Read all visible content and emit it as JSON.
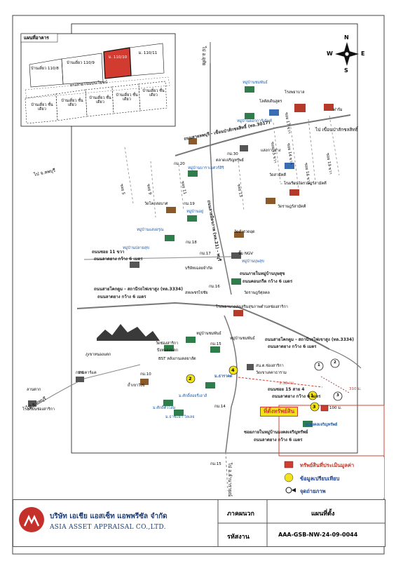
{
  "inset": {
    "title": "แผนที่อาคาร",
    "plots_top": [
      "บ้านเดี่ยว 110/8",
      "บ้านเดี่ยว 110/9",
      "ม. 110/10",
      "ม. 110/11"
    ],
    "lot_lines": [
      "บ้านเดี่ยว",
      "ชั้นเดียว",
      "110/8",
      "ม.",
      "110/9",
      "110/10",
      "110/11"
    ],
    "easement": "ทางสาธารณประโยชน์",
    "plots_bottom": [
      "บ้านเดี่ยว ชั้นเดียว",
      "บ้านเดี่ยว ชั้นเดียว",
      "บ้านเดี่ยว ชั้นเดียว",
      "บ้านเดี่ยว ชั้นเดียว",
      "บ้านเดี่ยว ชั้นเดียว"
    ]
  },
  "compass": {
    "n": "N",
    "s": "S",
    "e": "E",
    "w": "W"
  },
  "labels": {
    "to_uthai": "ไป อ.อุทัย",
    "to_lopburi_top": "ไป จ.ลพบุรี",
    "to_lopburi_left": "ไป จ.ลพบุรี",
    "to_to_dam": "ไป เขื่อนป่าสักชลสิทธิ์",
    "main_road": "ถนนสายลพบุรี - เขื่อนป่าสักชลสิทธิ์ (ทล.3017)",
    "road_kp": "ถนนสายมิตรภาพ (ทล.21) - พบุรี",
    "village_1": "หมู่บ้านชมพันธ์",
    "village_2": "หมู่บ้านดอกการ์เด้นท์",
    "village_3": "หมู่บ้านบาราเมศวร์สิริ",
    "village_4": "หมู่บ้านอยู่",
    "village_5": "หมู่บ้านแสงอรุณ",
    "village_6": "หมู่บ้านปลายสุข",
    "village_7": "หมู่บ้านบุษสุข",
    "village_8": "หมู่บ้านชมพันธ์",
    "lotus": "โลตัสเดินสูตร",
    "hospital": "โรงพยาบาล",
    "farm": "ฟาร์ม",
    "market": "ตลาดเจริญทรัพย์",
    "temple_1": "วัดโคกสอบาศ",
    "temple_2": "วัดสามัคคี",
    "temple_3": "วัดสำรวดอุด",
    "temple_4": "วัดราษฎร์สามัคคี",
    "temple_5": "วัดราษฎร์ศุลคล",
    "temple_6": "วัดช่องสาริกา",
    "school_1": "โรงเรียนวัดราษฎร์สามัคคี",
    "school_2": "โรงพยาบาลส่งเสริมสุขภาพตำบลช่องสาริกา",
    "shop": "แสงการช่าง",
    "ngv": "ปั๊ม NGV",
    "company": "บริษัทเฉลยจำกัด",
    "soi_11": "ถนนซอย 11 ขวา",
    "soi_11_sub": "ถนนลาดยาง กว้าง 6 เมตร",
    "village_road": "ถนนภายในหมู่บ้านบุษสุข",
    "village_road_sub": "ถนนคอนกรีต กว้าง 6 เมตร",
    "road_3334_left": "ถนนสายโคกตูม - สถานีรถไฟเขาสูง (ทล.3334)",
    "road_3334_left_sub": "ถนนลาดยาง กว้าง 6 เมตร",
    "road_3334_right": "ถนนสายโคกตูม - สถานีรถไฟเขาสูง (ทล.3334)",
    "road_3334_right_sub": "ถนนลาดยาง กว้าง 6 เมตร",
    "pharmacy": "สหเพชรไข่ชัย",
    "bst": "BST หลังงานเตลยาสัต",
    "pond": "บึงหนองแตก",
    "village_n": "หมู่บ้านชมพันธ์",
    "tambon": "สน.ต.ช่องสาริกา",
    "temple_k": "วัดเขาเคคาธาราม",
    "prop_near": "ม.ธาราคด",
    "prop_village": "ม.ศักดิ์สอยรี่เฮาส์",
    "prop_2": "ม.ศักดิ์ตัวโล่ม",
    "prop_3": "ม.ธาชะยา วิลเลจ",
    "prop_mongkol": "ม.มงคลเจริญทรัพย์",
    "soi_15": "ถนนซอย 15 สาย 4",
    "soi_15_sub": "ถนนลาดยาง กว้าง 6 เมตร",
    "inner_road": "ซอยภายในหมู่บ้านมงคลเจริญทรัพย์",
    "inner_road_sub": "ถนนลาดยาง กว้าง 6 เมตร",
    "dist_1": "3.38 กม.",
    "dist_2": "310 ม.",
    "dist_3": "100 ม.",
    "property_tag": "ที่ตั้งทรัพย์สิน",
    "pk_mall": "PK.คาร์แค",
    "cave": "ถ้ำเขาวังข",
    "mountain": "ภูเขาหนองแตก",
    "road_w": "ลานตาก",
    "school_w": "โรงเรียนช่องสาริกา",
    "to_lopburi_w": "ไป จ.ลพบุรี",
    "to_bottom": "ไป อ.ลำนารายณ์",
    "km_20": "กม.20",
    "km_30": "กม.30",
    "km_19": "กม.19",
    "km_18": "กม.18",
    "km_17": "กม.17",
    "km_16": "กม.16",
    "km_15": "กม.15",
    "km_14": "กม.14",
    "km_10": "กม.10",
    "km_9": "กม.9",
    "km_15b": "กม.15",
    "soi_5": "ซอย 5",
    "soi_9": "ซอย 9",
    "soi_11v": "ซอย 11",
    "soi_13": "ซอย 13",
    "soi_15v": "ซอย 15 ขวา",
    "soi_14": "ซอย 14 ขวา",
    "soi_16": "ซอย 16 ขวา",
    "soi_17": "ซอย 17 ขวา",
    "soi_19": "ซอย 19 ขวา"
  },
  "markers": [
    "1",
    "2",
    "3",
    "4"
  ],
  "legend": {
    "row1": "ทรัพย์สินที่ประเมินมูลค่า",
    "row2": "ข้อมูลเปรียบเทียบ",
    "row3": "จุดถ่ายภาพ"
  },
  "footer": {
    "company_th": "บริษัท เอเชีย แอสเซ็ท แอพพรีซัล จำกัด",
    "company_en": "ASIA ASSET APPRAISAL CO.,LTD.",
    "section_label": "ภาคผนวก",
    "section_value": "แผนที่ตั้ง",
    "code_label": "รหัสงาน",
    "code_value": "AAA-GSB-NW-24-09-0044"
  },
  "colors": {
    "property": "#d23b2f",
    "compare": "#f2e21c",
    "village_blue": "#1e5aa8",
    "frame": "#d6432f"
  }
}
